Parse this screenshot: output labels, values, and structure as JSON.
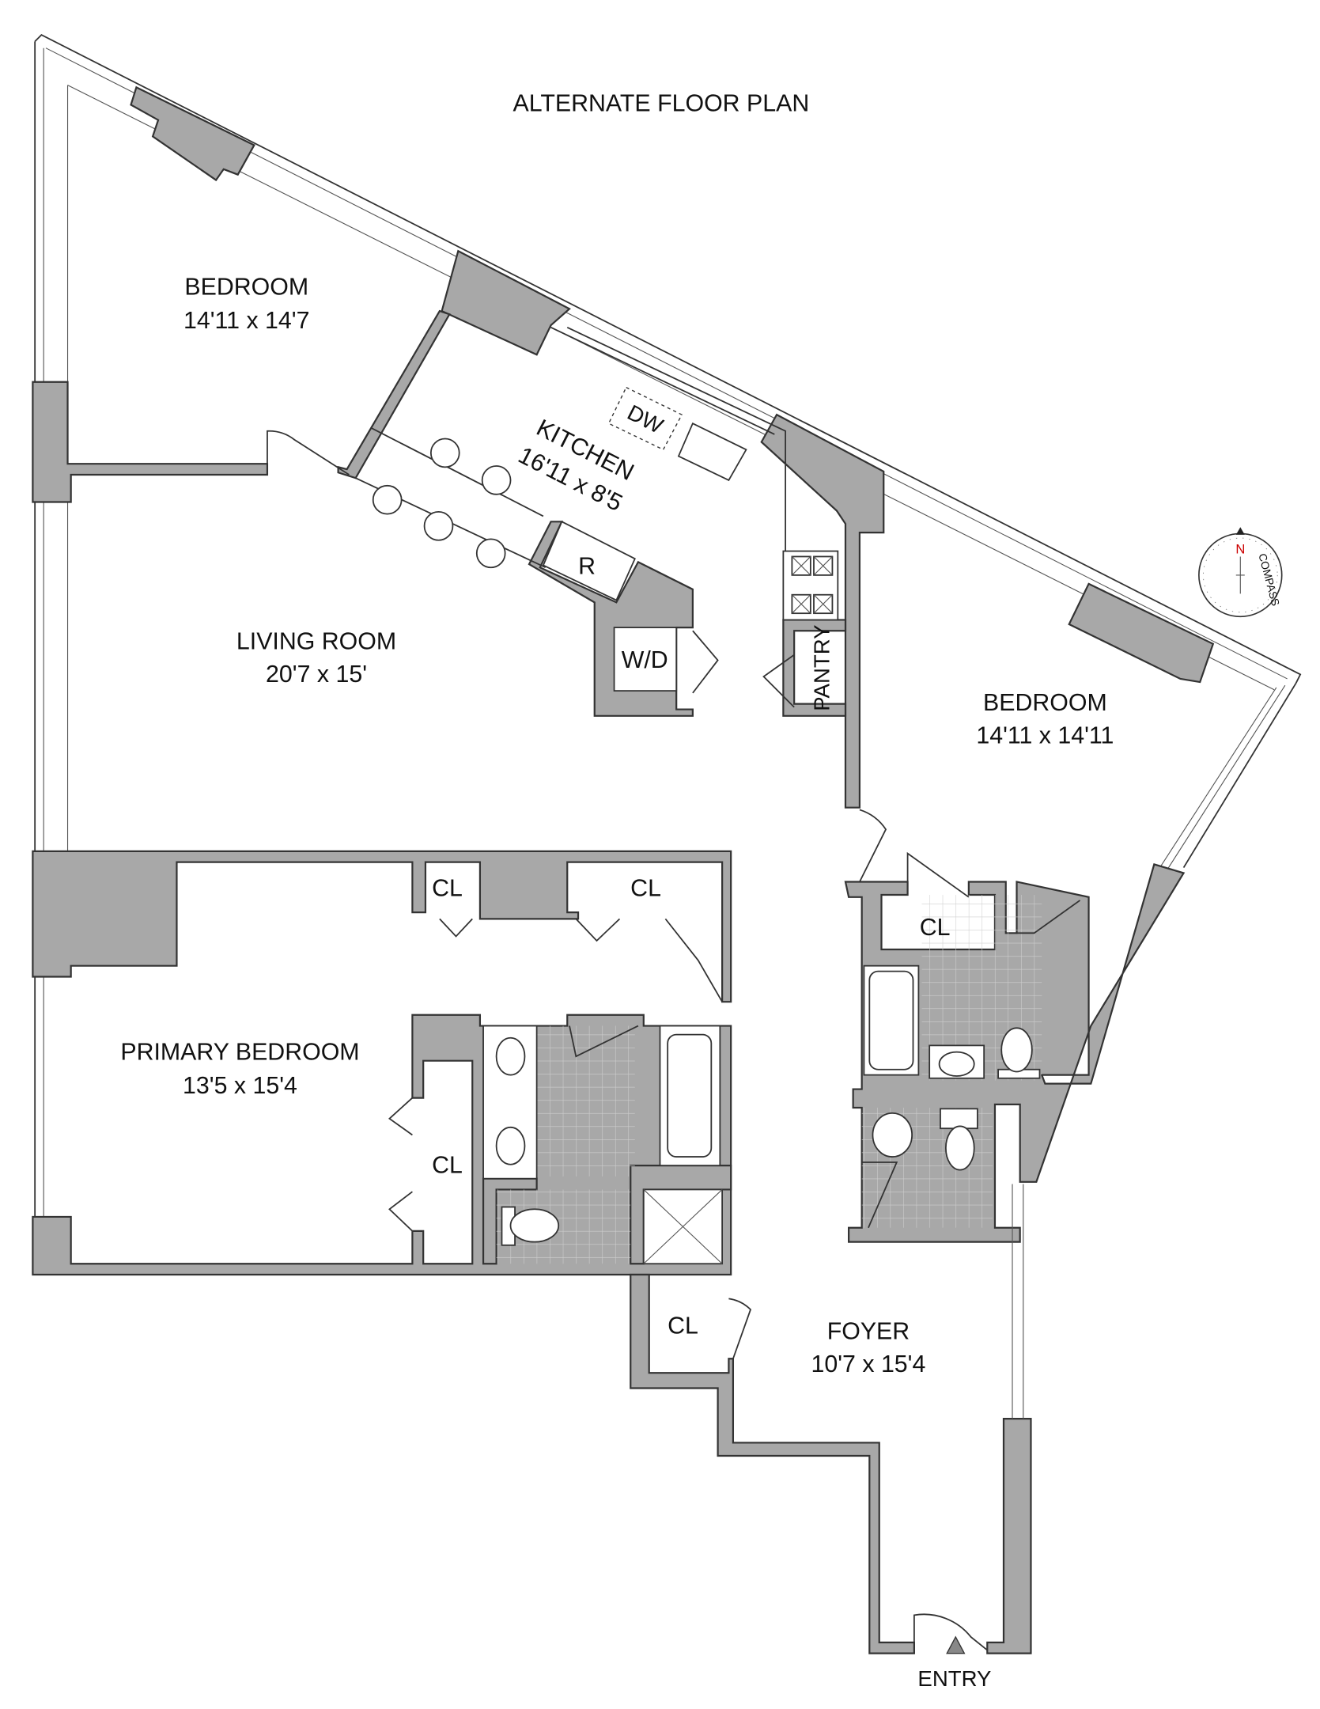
{
  "title": "ALTERNATE FLOOR PLAN",
  "rooms": [
    {
      "name": "BEDROOM",
      "size": "14'11 x 14'7"
    },
    {
      "name": "KITCHEN",
      "size": "16'11 x 8'5"
    },
    {
      "name": "LIVING ROOM",
      "size": "20'7 x 15'"
    },
    {
      "name": "BEDROOM",
      "size": "14'11 x 14'11"
    },
    {
      "name": "PRIMARY BEDROOM",
      "size": "13'5 x 15'4"
    },
    {
      "name": "FOYER",
      "size": "10'7 x 15'4"
    }
  ],
  "fixtures": {
    "dishwasher": "DW",
    "refrigerator": "R",
    "washer_dryer": "W/D",
    "pantry": "PANTRY",
    "closet": "CL"
  },
  "entry": "ENTRY",
  "compass": {
    "north": "N",
    "label": "COMPASS",
    "north_color": "#cc0000"
  },
  "colors": {
    "wall": "#a8a8a8",
    "line": "#333333"
  }
}
